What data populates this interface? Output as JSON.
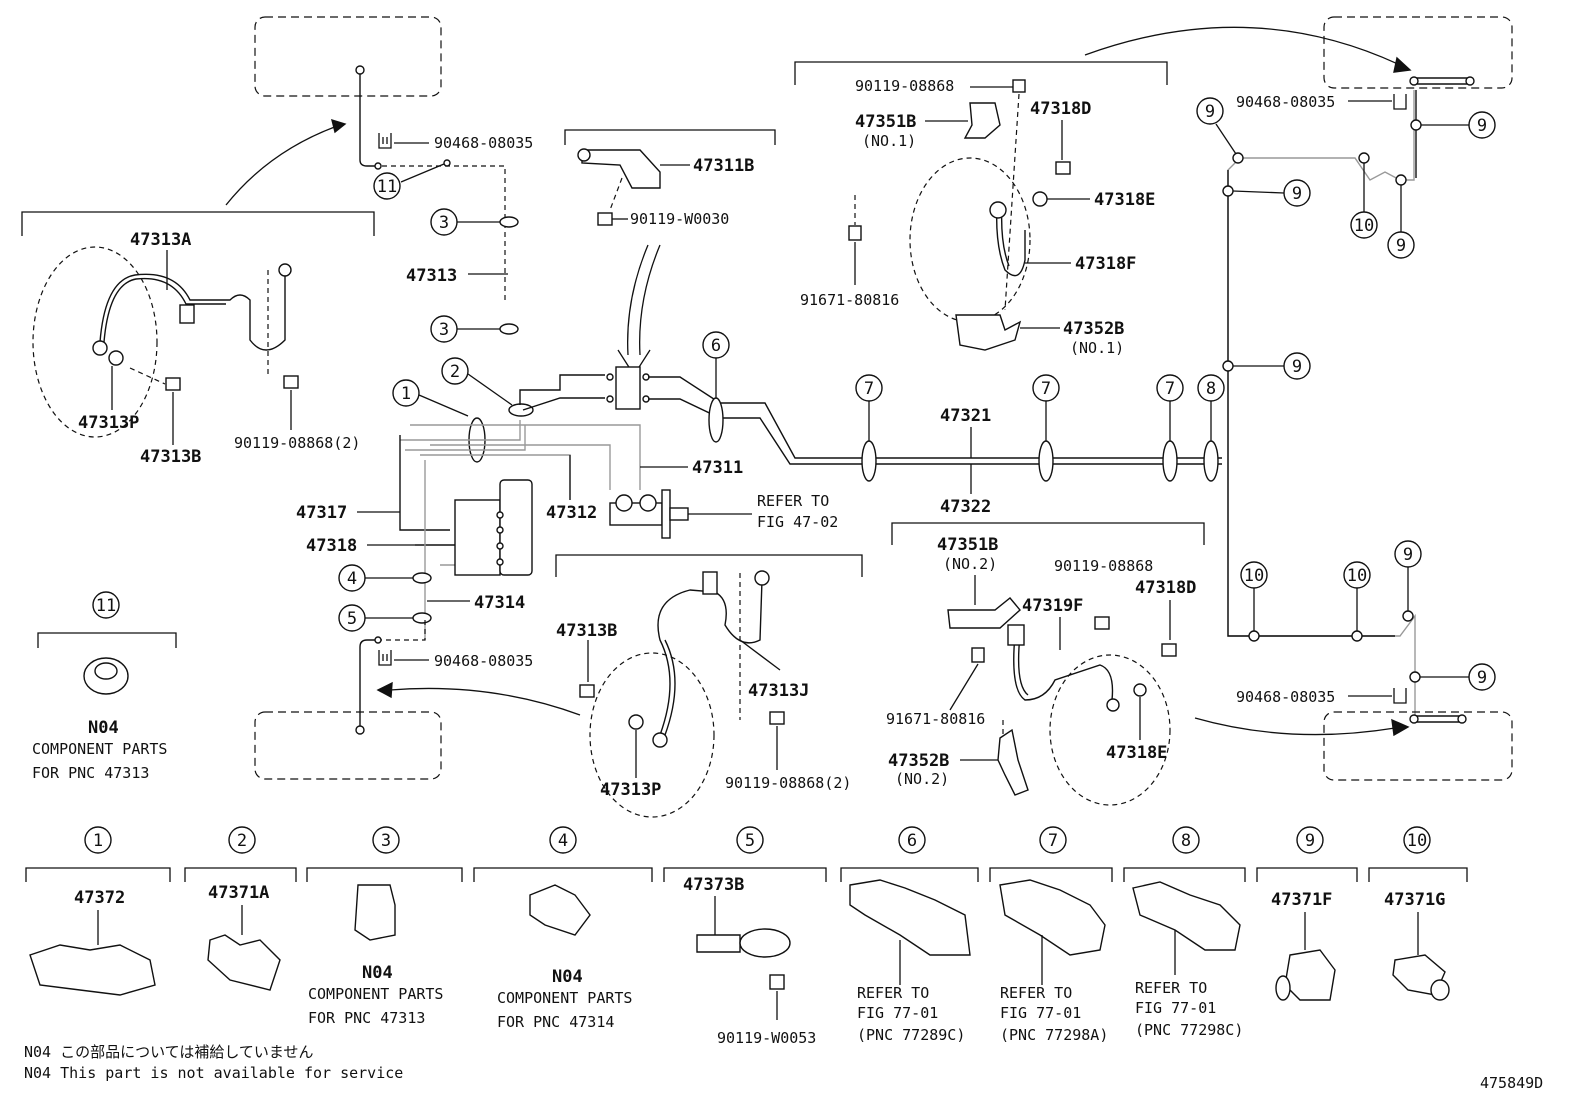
{
  "diagram_id": "475849D",
  "callouts": {
    "c1": "1",
    "c2": "2",
    "c3": "3",
    "c4": "4",
    "c5": "5",
    "c6": "6",
    "c7": "7",
    "c8": "8",
    "c9": "9",
    "c10": "10",
    "c11": "11"
  },
  "labels": {
    "p90468_08035": "90468-08035",
    "p47313A": "47313A",
    "p47313": "47313",
    "p47313P": "47313P",
    "p47313B": "47313B",
    "p90119_08868_2": "90119-08868(2)",
    "p47311B": "47311B",
    "p90119_W0030": "90119-W0030",
    "p47311": "47311",
    "p47312": "47312",
    "p47317": "47317",
    "p47318": "47318",
    "p47314": "47314",
    "refer_to": "REFER TO",
    "fig_47_02": "FIG 47-02",
    "p90119_08868": "90119-08868",
    "p47351B": "47351B",
    "no1": "(NO.1)",
    "no2": "(NO.2)",
    "p47318D": "47318D",
    "p47318E": "47318E",
    "p47318F": "47318F",
    "p91671_80816": "91671-80816",
    "p47352B": "47352B",
    "p47321": "47321",
    "p47322": "47322",
    "p47319F": "47319F",
    "p47313J": "47313J",
    "n04": "N04",
    "component_parts": "COMPONENT PARTS",
    "for_pnc_47313": "FOR PNC 47313",
    "for_pnc_47314": "FOR PNC 47314",
    "p47372": "47372",
    "p47371A": "47371A",
    "p47373B": "47373B",
    "p90119_W0053": "90119-W0053",
    "fig_77_01": "FIG 77-01",
    "pnc_77289C": "(PNC 77289C)",
    "pnc_77298A": "(PNC 77298A)",
    "pnc_77298C": "(PNC 77298C)",
    "p47371F": "47371F",
    "p47371G": "47371G"
  },
  "footer": {
    "note_jp": "N04 この部品については補給していません",
    "note_en": "N04 This part is not available for service"
  }
}
